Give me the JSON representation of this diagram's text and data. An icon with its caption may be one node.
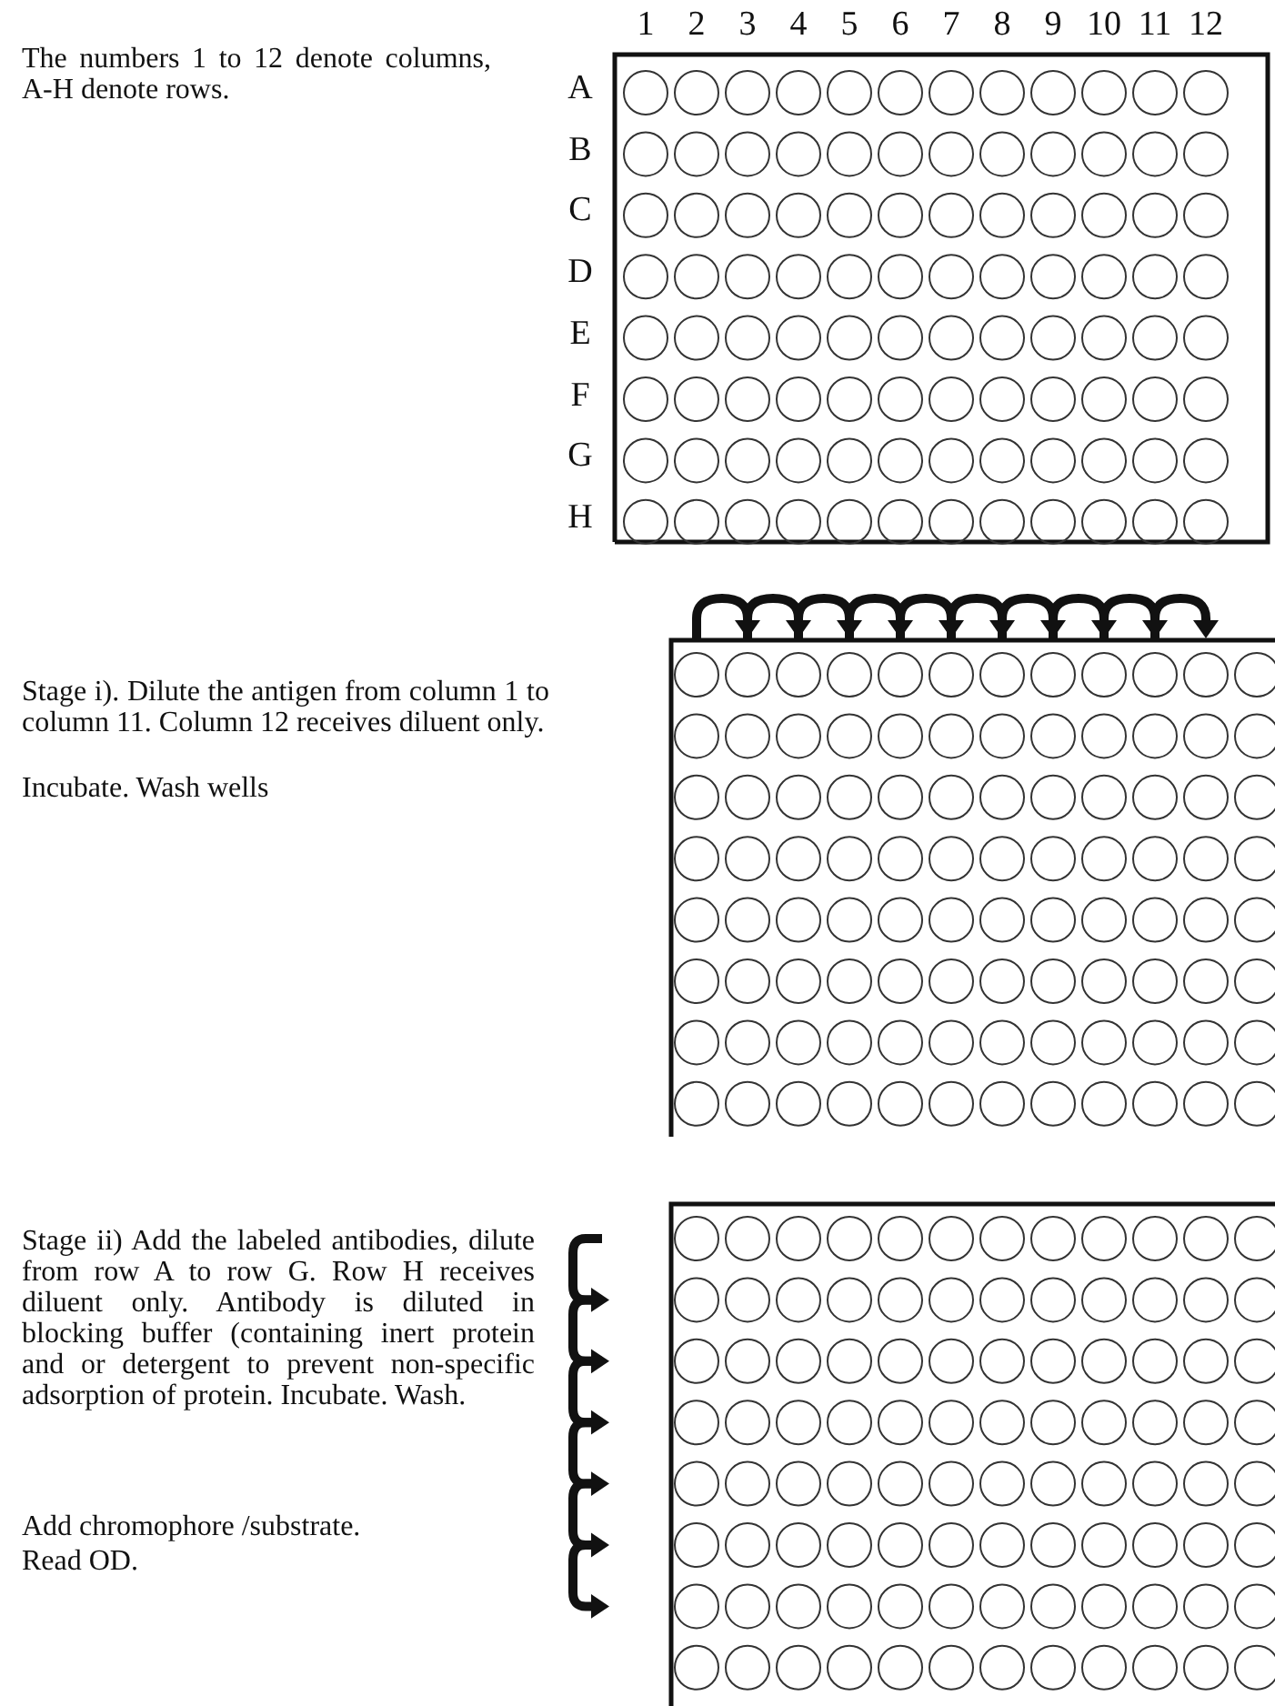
{
  "diagram": {
    "labels": [
      "The numbers 1 to 12 denote columns, A-H denote rows.",
      "1",
      "2",
      "3",
      "4",
      "5",
      "6",
      "7",
      "8",
      "9",
      "10",
      "11",
      "12",
      "A",
      "B",
      "C",
      "D",
      "E",
      "F",
      "G",
      "H",
      "Stage i). Dilute the antigen from column 1 to column 11. Column 12 receives diluent only.",
      "Incubate. Wash wells",
      "Stage ii) Add the labeled antibodies, dilute from row A to row G. Row H receives diluent only. Antibody is diluted in blocking buffer (containing inert protein and or detergent to prevent non-specific adsorption of protein. Incubate. Wash.",
      "Add chromophore /substrate.",
      "Read OD."
    ]
  }
}
